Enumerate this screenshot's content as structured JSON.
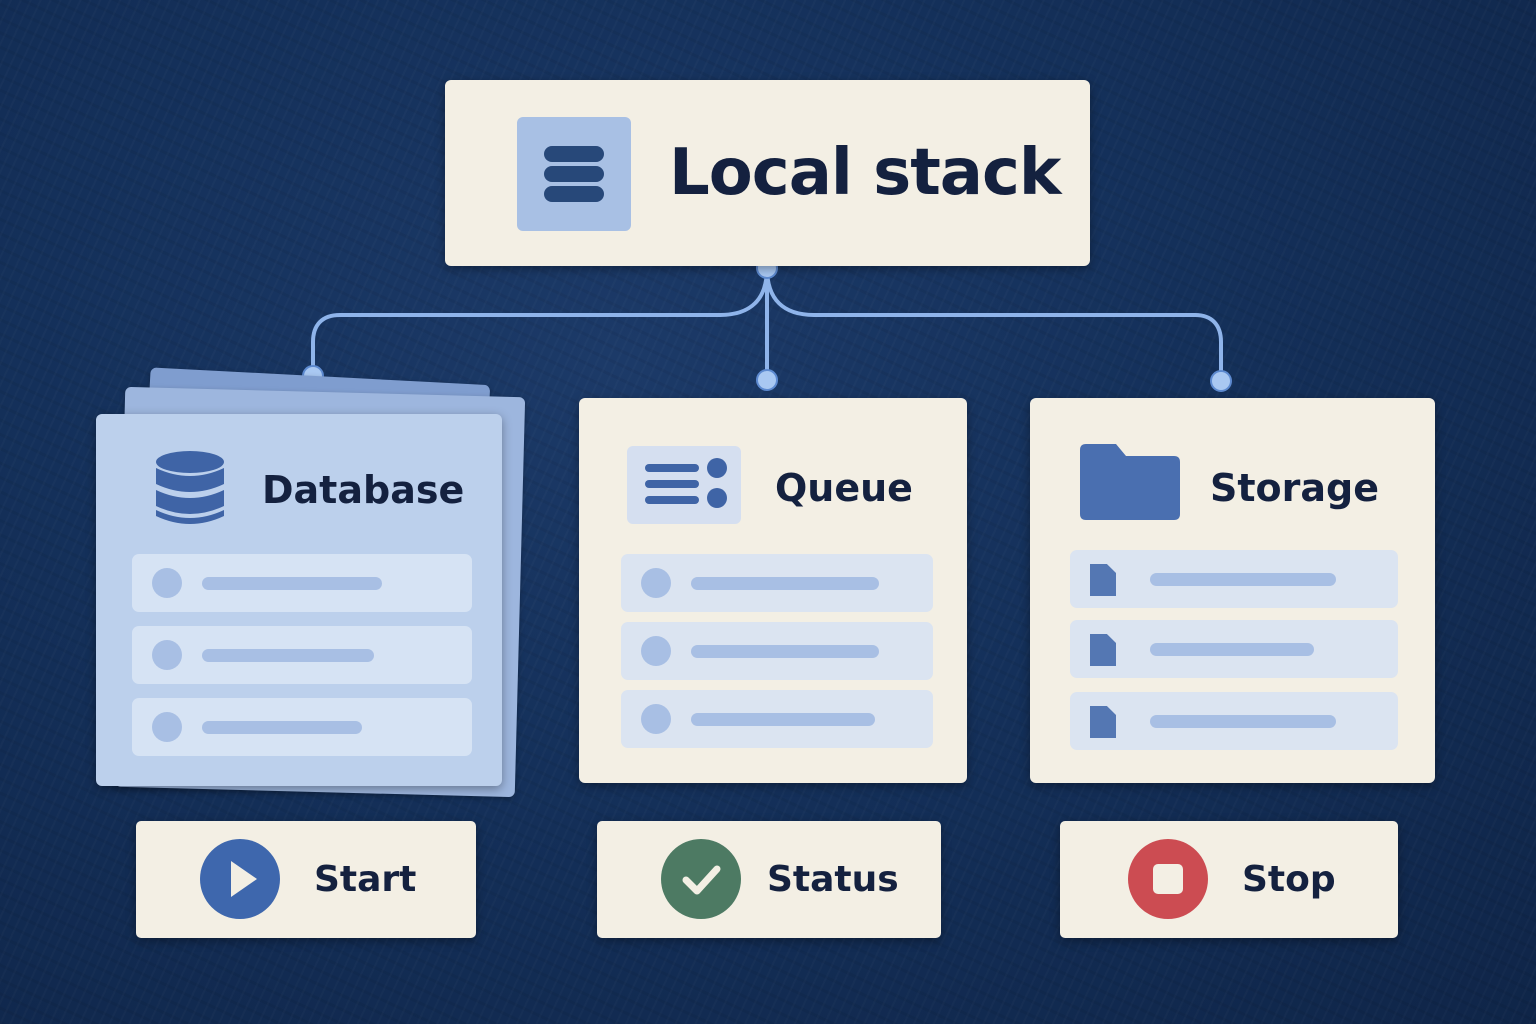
{
  "title": "Local stack",
  "services": [
    {
      "name": "Database",
      "icon": "database-icon"
    },
    {
      "name": "Queue",
      "icon": "queue-icon"
    },
    {
      "name": "Storage",
      "icon": "folder-icon"
    }
  ],
  "actions": [
    {
      "label": "Start",
      "icon": "play-icon",
      "color": "#3e67ad"
    },
    {
      "label": "Status",
      "icon": "check-icon",
      "color": "#4d7a63"
    },
    {
      "label": "Stop",
      "icon": "stop-icon",
      "color": "#cc4c52"
    }
  ],
  "colors": {
    "background": "#14305a",
    "card": "#f3efe4",
    "accent_blue": "#274879",
    "connector": "#8fb4ea"
  }
}
